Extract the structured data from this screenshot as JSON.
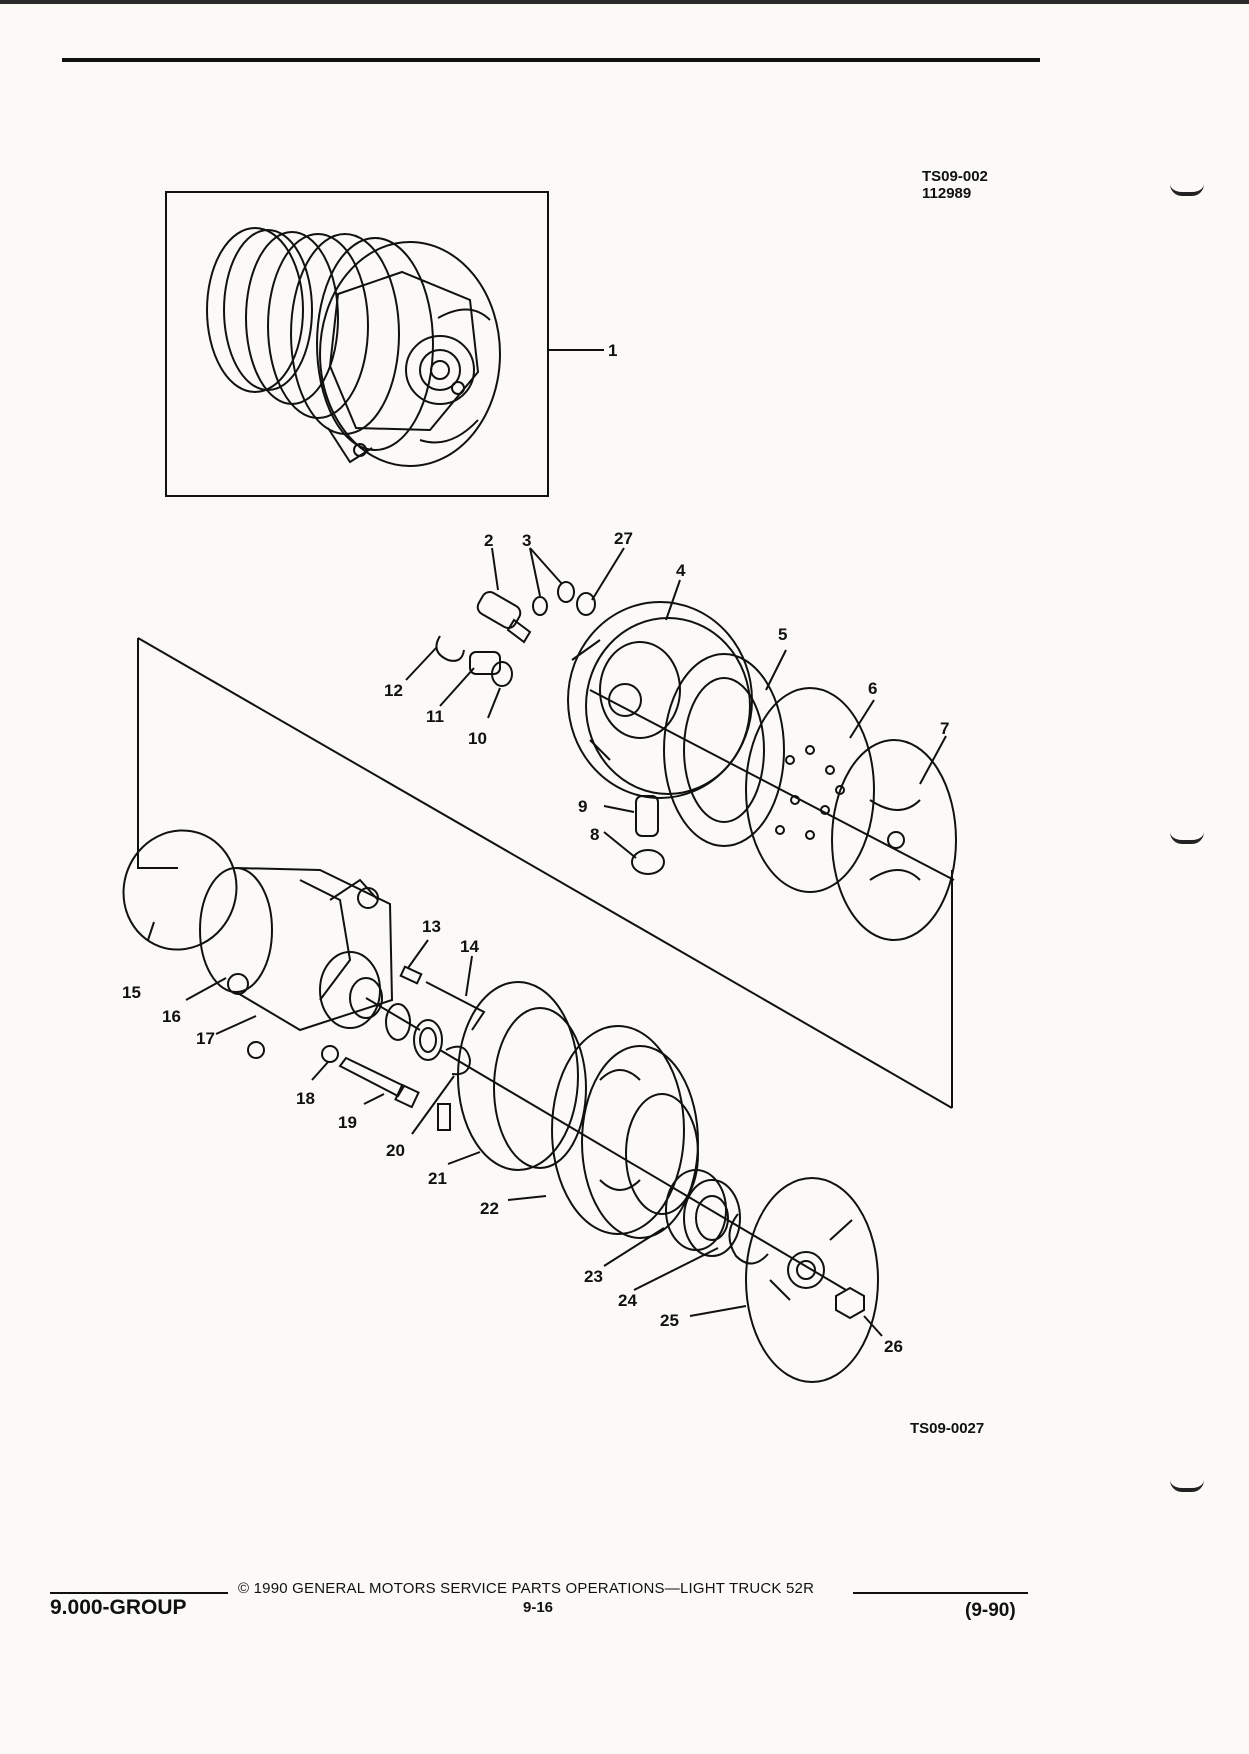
{
  "header": {
    "top_ref": [
      "TS09-002",
      "112989"
    ]
  },
  "diagram": {
    "bottom_ref": "TS09-0027",
    "callouts": [
      "1",
      "2",
      "3",
      "27",
      "4",
      "5",
      "6",
      "7",
      "12",
      "11",
      "10",
      "9",
      "8",
      "13",
      "14",
      "15",
      "16",
      "17",
      "18",
      "19",
      "20",
      "21",
      "22",
      "23",
      "24",
      "25",
      "26"
    ]
  },
  "footer": {
    "group": "9.000-GROUP",
    "copyright": "© 1990 GENERAL MOTORS SERVICE PARTS OPERATIONS—LIGHT TRUCK 52R",
    "page": "9-16",
    "date": "(9-90)"
  }
}
